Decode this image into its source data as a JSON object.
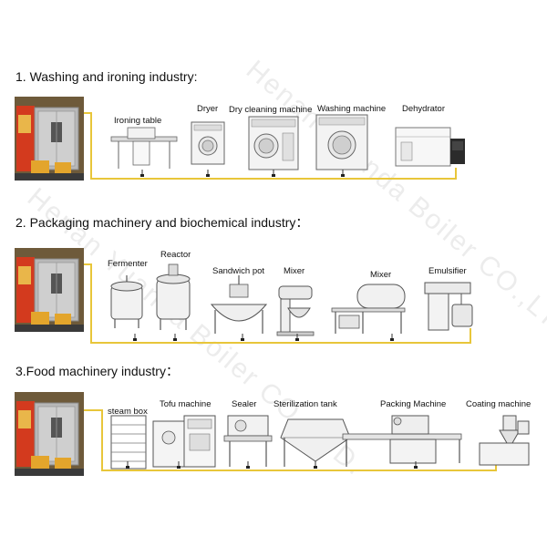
{
  "colors": {
    "pipe": "#e8c63a",
    "boiler_body": "#c9a23a",
    "boiler_frame": "#888888",
    "machine_line": "#555555"
  },
  "watermark": "Henan Yuanda Boiler CO.,LTD.",
  "sections": [
    {
      "title": "1. Washing and ironing industry:",
      "machines": [
        {
          "label": "Ironing table"
        },
        {
          "label": "Dryer"
        },
        {
          "label": "Dry cleaning machine"
        },
        {
          "label": "Washing machine"
        },
        {
          "label": "Dehydrator"
        }
      ]
    },
    {
      "title": "2. Packaging machinery and biochemical industry：",
      "machines": [
        {
          "label": "Fermenter"
        },
        {
          "label": "Reactor"
        },
        {
          "label": "Sandwich pot"
        },
        {
          "label": "Mixer"
        },
        {
          "label": "Mixer"
        },
        {
          "label": "Emulsifier"
        }
      ]
    },
    {
      "title": "3.Food machinery industry：",
      "machines": [
        {
          "label": "steam box"
        },
        {
          "label": "Tofu machine"
        },
        {
          "label": "Sealer"
        },
        {
          "label": "Sterilization tank"
        },
        {
          "label": "Packing Machine"
        },
        {
          "label": "Coating machine"
        }
      ]
    }
  ]
}
